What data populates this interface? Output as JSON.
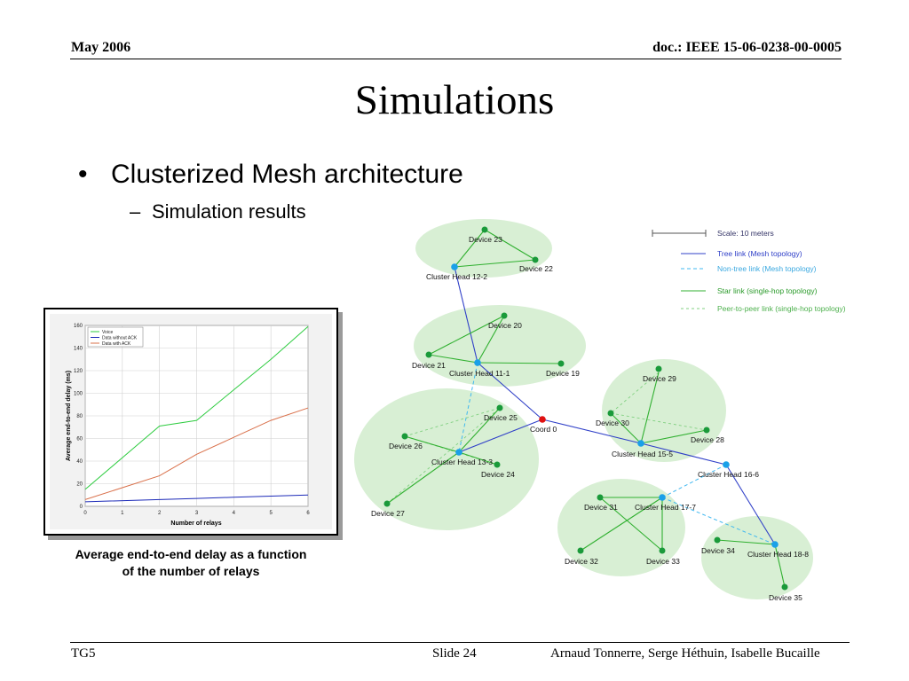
{
  "header": {
    "date": "May 2006",
    "doc_id": "doc.: IEEE 15-06-0238-00-0005"
  },
  "slide": {
    "title": "Simulations",
    "bullet_symbol": "•",
    "bullet": "Clusterized Mesh architecture",
    "sub_symbol": "–",
    "sub_bullet": "Simulation results"
  },
  "chart_data": {
    "type": "line",
    "title": "",
    "xlabel": "Number of relays",
    "ylabel": "Average end-to-end delay (ms)",
    "x": [
      0,
      2,
      3,
      4,
      5,
      6
    ],
    "xticks": [
      "0",
      "1",
      "2",
      "3",
      "4",
      "5",
      "6"
    ],
    "yticks": [
      "0",
      "20",
      "40",
      "60",
      "80",
      "100",
      "120",
      "140",
      "160"
    ],
    "xlim": [
      0,
      6
    ],
    "ylim": [
      0,
      160
    ],
    "grid": true,
    "legend_position": "top-left",
    "series": [
      {
        "name": "Voice",
        "color": "#2ecc40",
        "values": [
          15,
          71,
          76,
          103,
          130,
          159
        ]
      },
      {
        "name": "Data without ACK",
        "color": "#1c2ab8",
        "values": [
          4,
          6,
          7,
          8,
          9,
          10
        ]
      },
      {
        "name": "Data with ACK",
        "color": "#d9704a",
        "values": [
          6,
          27,
          46,
          61,
          76,
          87
        ]
      }
    ]
  },
  "caption": {
    "line1": "Average end-to-end delay as a function",
    "line2": "of the number of relays"
  },
  "network": {
    "legend": {
      "scale": "Scale: 10 meters",
      "tree": "Tree link (Mesh topology)",
      "nontree": "Non-tree link (Mesh topology)",
      "star": "Star link (single-hop topology)",
      "p2p": "Peer-to-peer link (single-hop topology)"
    },
    "colors": {
      "device": "#1a9a3a",
      "cluster_head": "#1aa0e8",
      "coordinator": "#e01010",
      "cluster_area": "#d8efd4",
      "tree_link": "#3040c8",
      "nontree_link": "#40b8f0",
      "star_link": "#30b030",
      "p2p_link": "#80d080"
    },
    "nodes": [
      {
        "id": "Device 23"
      },
      {
        "id": "Device 22"
      },
      {
        "id": "Cluster Head 12-2"
      },
      {
        "id": "Device 20"
      },
      {
        "id": "Device 21"
      },
      {
        "id": "Cluster Head 11-1"
      },
      {
        "id": "Device 19"
      },
      {
        "id": "Device 25"
      },
      {
        "id": "Device 26"
      },
      {
        "id": "Cluster Head 13-3"
      },
      {
        "id": "Device 24"
      },
      {
        "id": "Device 27"
      },
      {
        "id": "Coord 0"
      },
      {
        "id": "Device 29"
      },
      {
        "id": "Device 30"
      },
      {
        "id": "Cluster Head 15-5"
      },
      {
        "id": "Device 28"
      },
      {
        "id": "Cluster Head 16-6"
      },
      {
        "id": "Device 31"
      },
      {
        "id": "Cluster Head 17-7"
      },
      {
        "id": "Device 32"
      },
      {
        "id": "Device 33"
      },
      {
        "id": "Device 34"
      },
      {
        "id": "Cluster Head 18-8"
      },
      {
        "id": "Device 35"
      }
    ]
  },
  "footer": {
    "left": "TG5",
    "slide": "Slide 24",
    "authors": "Arnaud Tonnerre, Serge Héthuin, Isabelle Bucaille"
  }
}
